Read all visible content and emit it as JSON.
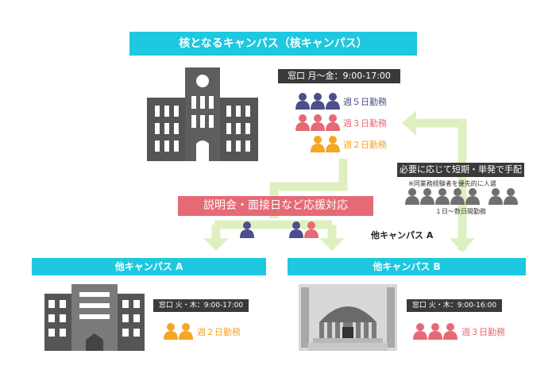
{
  "core": {
    "title": "核となるキャンパス（核キャンパス）",
    "hours": "窓口 月〜金：9:00-17:00",
    "staff": [
      {
        "label": "週５日勤務",
        "color": "#4b4f8c",
        "count": 3
      },
      {
        "label": "週３日勤務",
        "color": "#e56a75",
        "count": 3
      },
      {
        "label": "週２日勤務",
        "color": "#f5a623",
        "count": 2
      }
    ]
  },
  "support": {
    "label": "説明会・面接日など応援対応"
  },
  "flex": {
    "title": "必要に応じて短期・単発で手配",
    "note": "※同業務経験者を優先的に人選",
    "days": "１日〜数日間勤務",
    "route_label": "他キャンパス A",
    "color": "#707070"
  },
  "campus_a": {
    "title": "他キャンパス A",
    "hours": "窓口 火・木：9:00-17:00",
    "staff_label": "週２日勤務",
    "color": "#f5a623"
  },
  "campus_b": {
    "title": "他キャンパス B",
    "hours": "窓口 火・木：9:00-16:00",
    "staff_label": "週３日勤務",
    "color": "#e56a75"
  },
  "colors": {
    "accent": "#1ec8de",
    "arrow": "#dff0c0",
    "building": "#555555"
  }
}
